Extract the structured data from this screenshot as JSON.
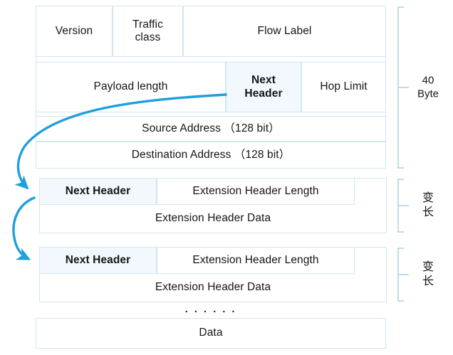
{
  "diagram": {
    "title": "IPv6 packet header structure",
    "accent_color": "#1f9fdc",
    "border_color": "#cfe7f2",
    "highlight_color": "#f2f8fd",
    "bracket_color": "#bcdcea"
  },
  "main_header": {
    "row1": [
      {
        "label": "Version"
      },
      {
        "label": "Traffic\nclass"
      },
      {
        "label": "Flow Label"
      }
    ],
    "row2": [
      {
        "label": "Payload length"
      },
      {
        "label": "Next\nHeader"
      },
      {
        "label": "Hop Limit"
      }
    ],
    "row3": {
      "label": "Source Address （128 bit）"
    },
    "row4": {
      "label": "Destination Address （128 bit）"
    }
  },
  "extension_headers": [
    {
      "next_header": "Next Header",
      "length": "Extension Header Length",
      "data": "Extension Header Data"
    },
    {
      "next_header": "Next Header",
      "length": "Extension Header Length",
      "data": "Extension Header Data"
    }
  ],
  "ellipsis": "· · · · · ·",
  "payload": {
    "label": "Data"
  },
  "brackets": [
    {
      "label": "40\nByte"
    },
    {
      "label": "变\n长"
    },
    {
      "label": "变\n长"
    }
  ]
}
